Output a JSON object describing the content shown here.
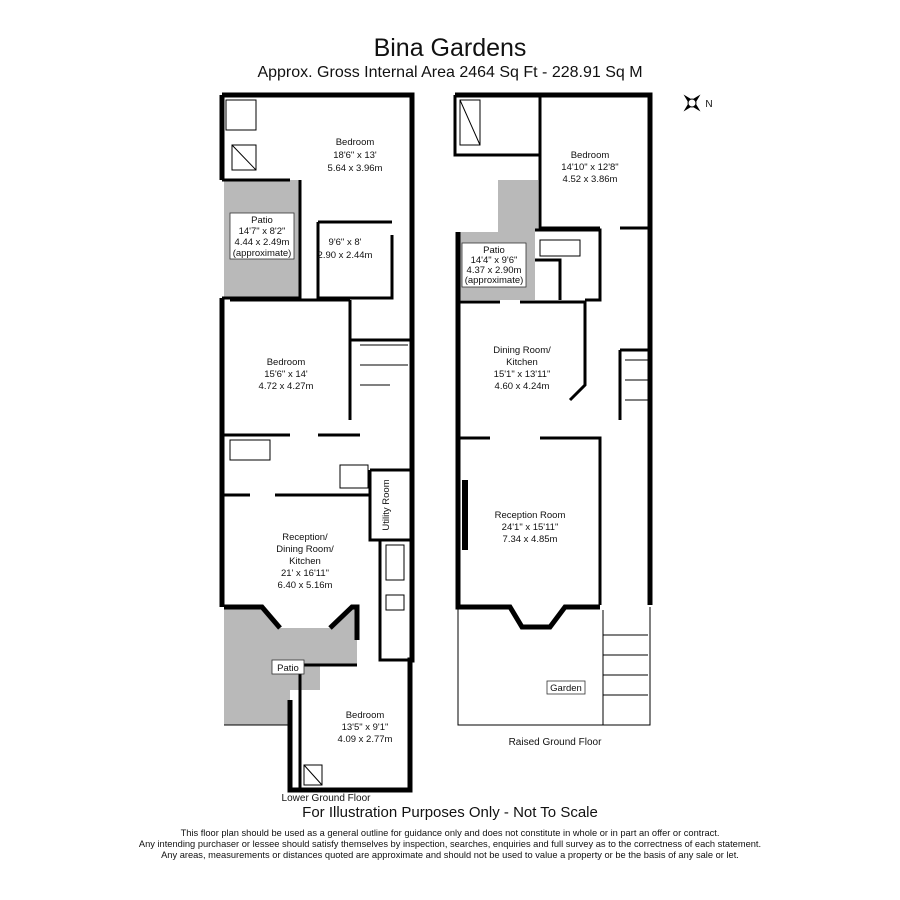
{
  "title": "Bina Gardens",
  "subtitle": "Approx. Gross Internal Area  2464 Sq Ft  -  228.91 Sq M",
  "compass": {
    "icon": "compass-rose-icon",
    "label": "N"
  },
  "lower_ground": {
    "label": "Lower Ground Floor",
    "bedroom1": [
      "Bedroom",
      "18'6\" x 13'",
      "5.64 x 3.96m"
    ],
    "patio1": [
      "Patio",
      "14'7\" x 8'2\"",
      "4.44 x 2.49m",
      "(approximate)"
    ],
    "small_room": [
      "9'6\" x 8'",
      "2.90 x 2.44m"
    ],
    "bedroom2": [
      "Bedroom",
      "15'6\" x 14'",
      "4.72 x 4.27m"
    ],
    "utility": "Utility Room",
    "reception": [
      "Reception/",
      "Dining Room/",
      "Kitchen",
      "21' x 16'11\"",
      "6.40 x 5.16m"
    ],
    "patio2": "Patio",
    "bedroom3": [
      "Bedroom",
      "13'5\" x 9'1\"",
      "4.09 x 2.77m"
    ]
  },
  "raised_ground": {
    "label": "Raised Ground Floor",
    "bedroom": [
      "Bedroom",
      "14'10\" x 12'8\"",
      "4.52 x 3.86m"
    ],
    "patio": [
      "Patio",
      "14'4\" x 9'6\"",
      "4.37 x 2.90m",
      "(approximate)"
    ],
    "dining": [
      "Dining Room/",
      "Kitchen",
      "15'1\" x 13'11\"",
      "4.60 x 4.24m"
    ],
    "reception": [
      "Reception Room",
      "24'1\" x 15'11\"",
      "7.34 x 4.85m"
    ],
    "garden": "Garden"
  },
  "illustration_note": "For Illustration Purposes Only - Not To Scale",
  "disclaimer": [
    "This floor plan should be used as a general outline for guidance only and does not constitute in whole or in part an offer or contract.",
    "Any intending purchaser or lessee should satisfy themselves by inspection, searches, enquiries and full survey as to the correctness of each statement.",
    "Any areas, measurements or distances quoted are approximate and should not be used to value a property or be the basis of any sale or let."
  ]
}
